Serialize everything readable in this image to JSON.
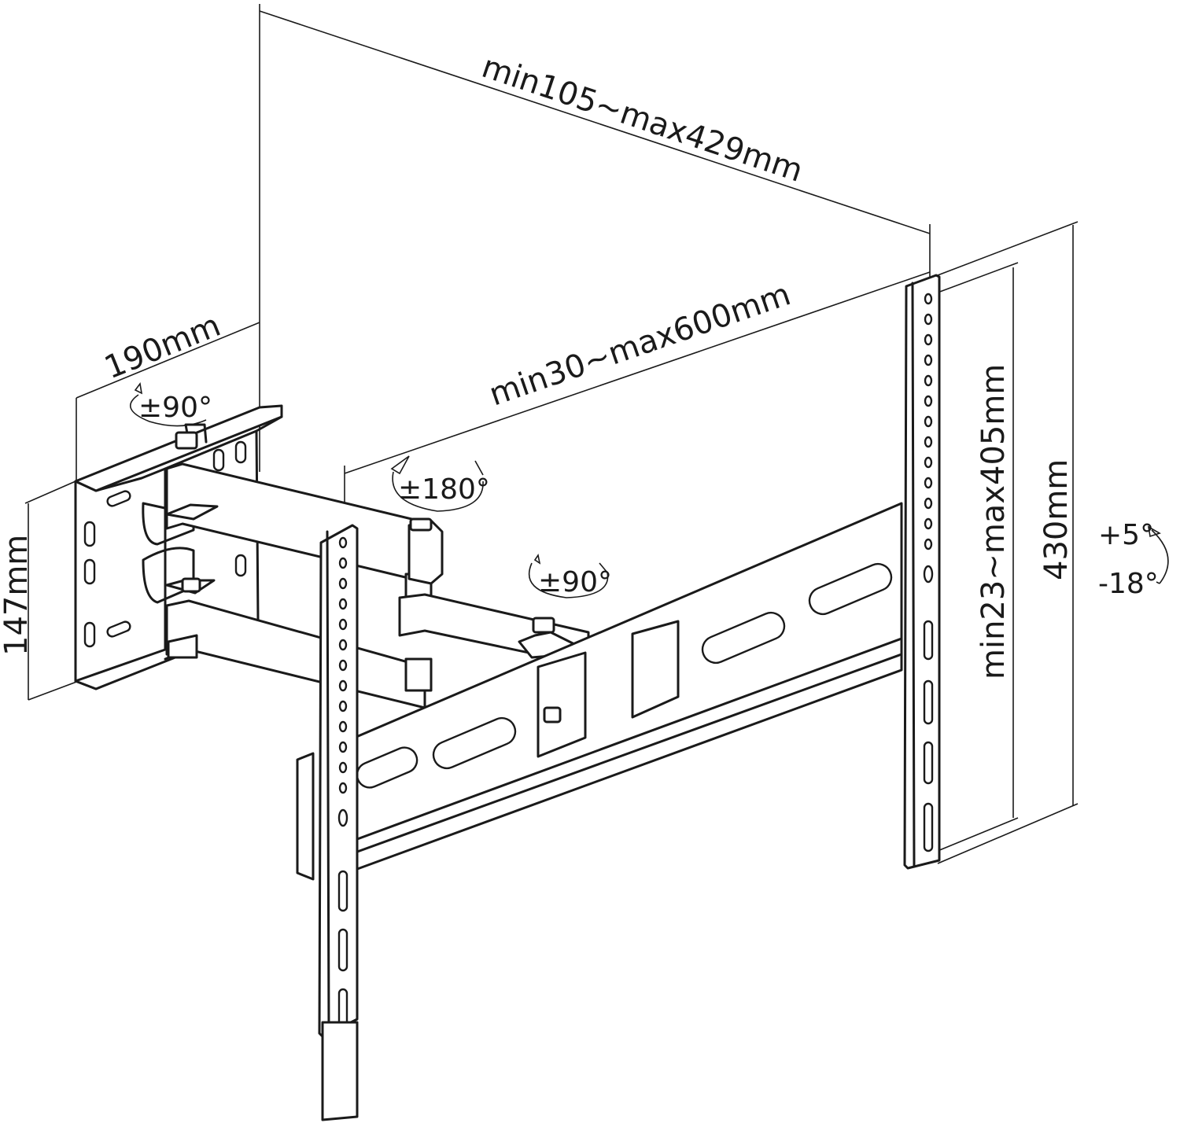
{
  "dimensions": {
    "wall_plate_width": "190mm",
    "wall_plate_height": "147mm",
    "depth_extension": "min105~max429mm",
    "arm_reach": "min30~max600mm",
    "vesa_vertical_range": "min23~max405mm",
    "bracket_height": "430mm"
  },
  "rotations": {
    "wall_swivel": "±90°",
    "arm_swivel": "±180°",
    "head_swivel": "±90°",
    "tilt_up": "+5°",
    "tilt_down": "-18°"
  },
  "colors": {
    "line": "#1a1a1a",
    "background": "#ffffff"
  }
}
